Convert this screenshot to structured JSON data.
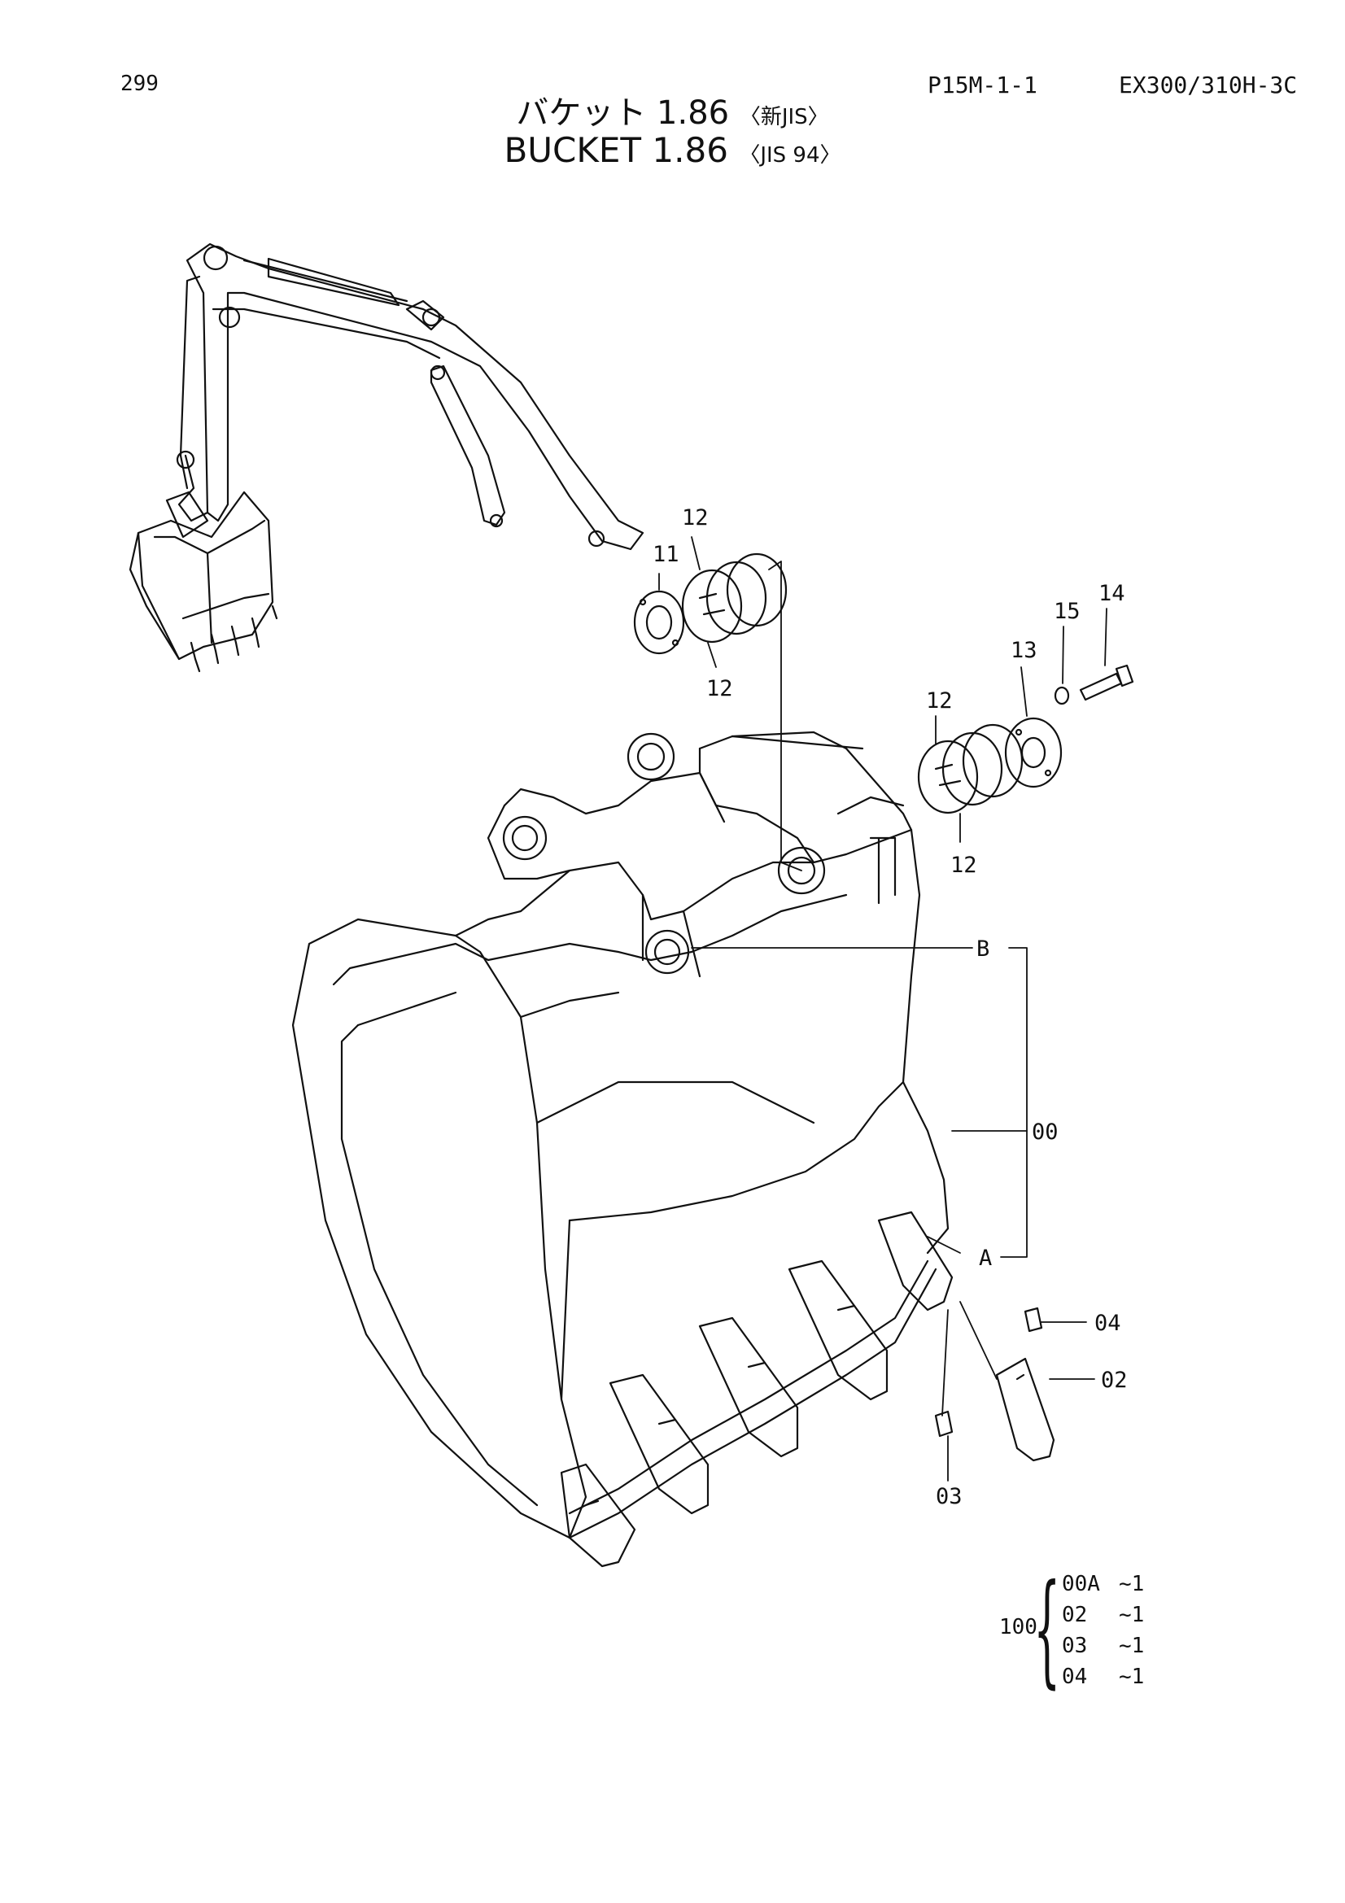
{
  "header": {
    "page_number": "299",
    "doc_code": "P15M-1-1",
    "model": "EX300/310H-3C"
  },
  "title": {
    "jp_main": "バケット 1.86",
    "jp_sub": "〈新JIS〉",
    "en_main": "BUCKET  1.86",
    "en_sub": "〈JIS 94〉"
  },
  "callouts": {
    "p11": "11",
    "p12a": "12",
    "p12b": "12",
    "p12c": "12",
    "p12d": "12",
    "p13": "13",
    "p14": "14",
    "p15": "15",
    "pB": "B",
    "pA": "A",
    "p00": "00",
    "p04": "04",
    "p02": "02",
    "p03": "03"
  },
  "kit": {
    "number": "100",
    "items": [
      {
        "part": "00A",
        "qty": "~1"
      },
      {
        "part": "02",
        "qty": "~1"
      },
      {
        "part": "03",
        "qty": "~1"
      },
      {
        "part": "04",
        "qty": "~1"
      }
    ]
  },
  "colors": {
    "ink": "#111111",
    "paper": "#ffffff"
  }
}
